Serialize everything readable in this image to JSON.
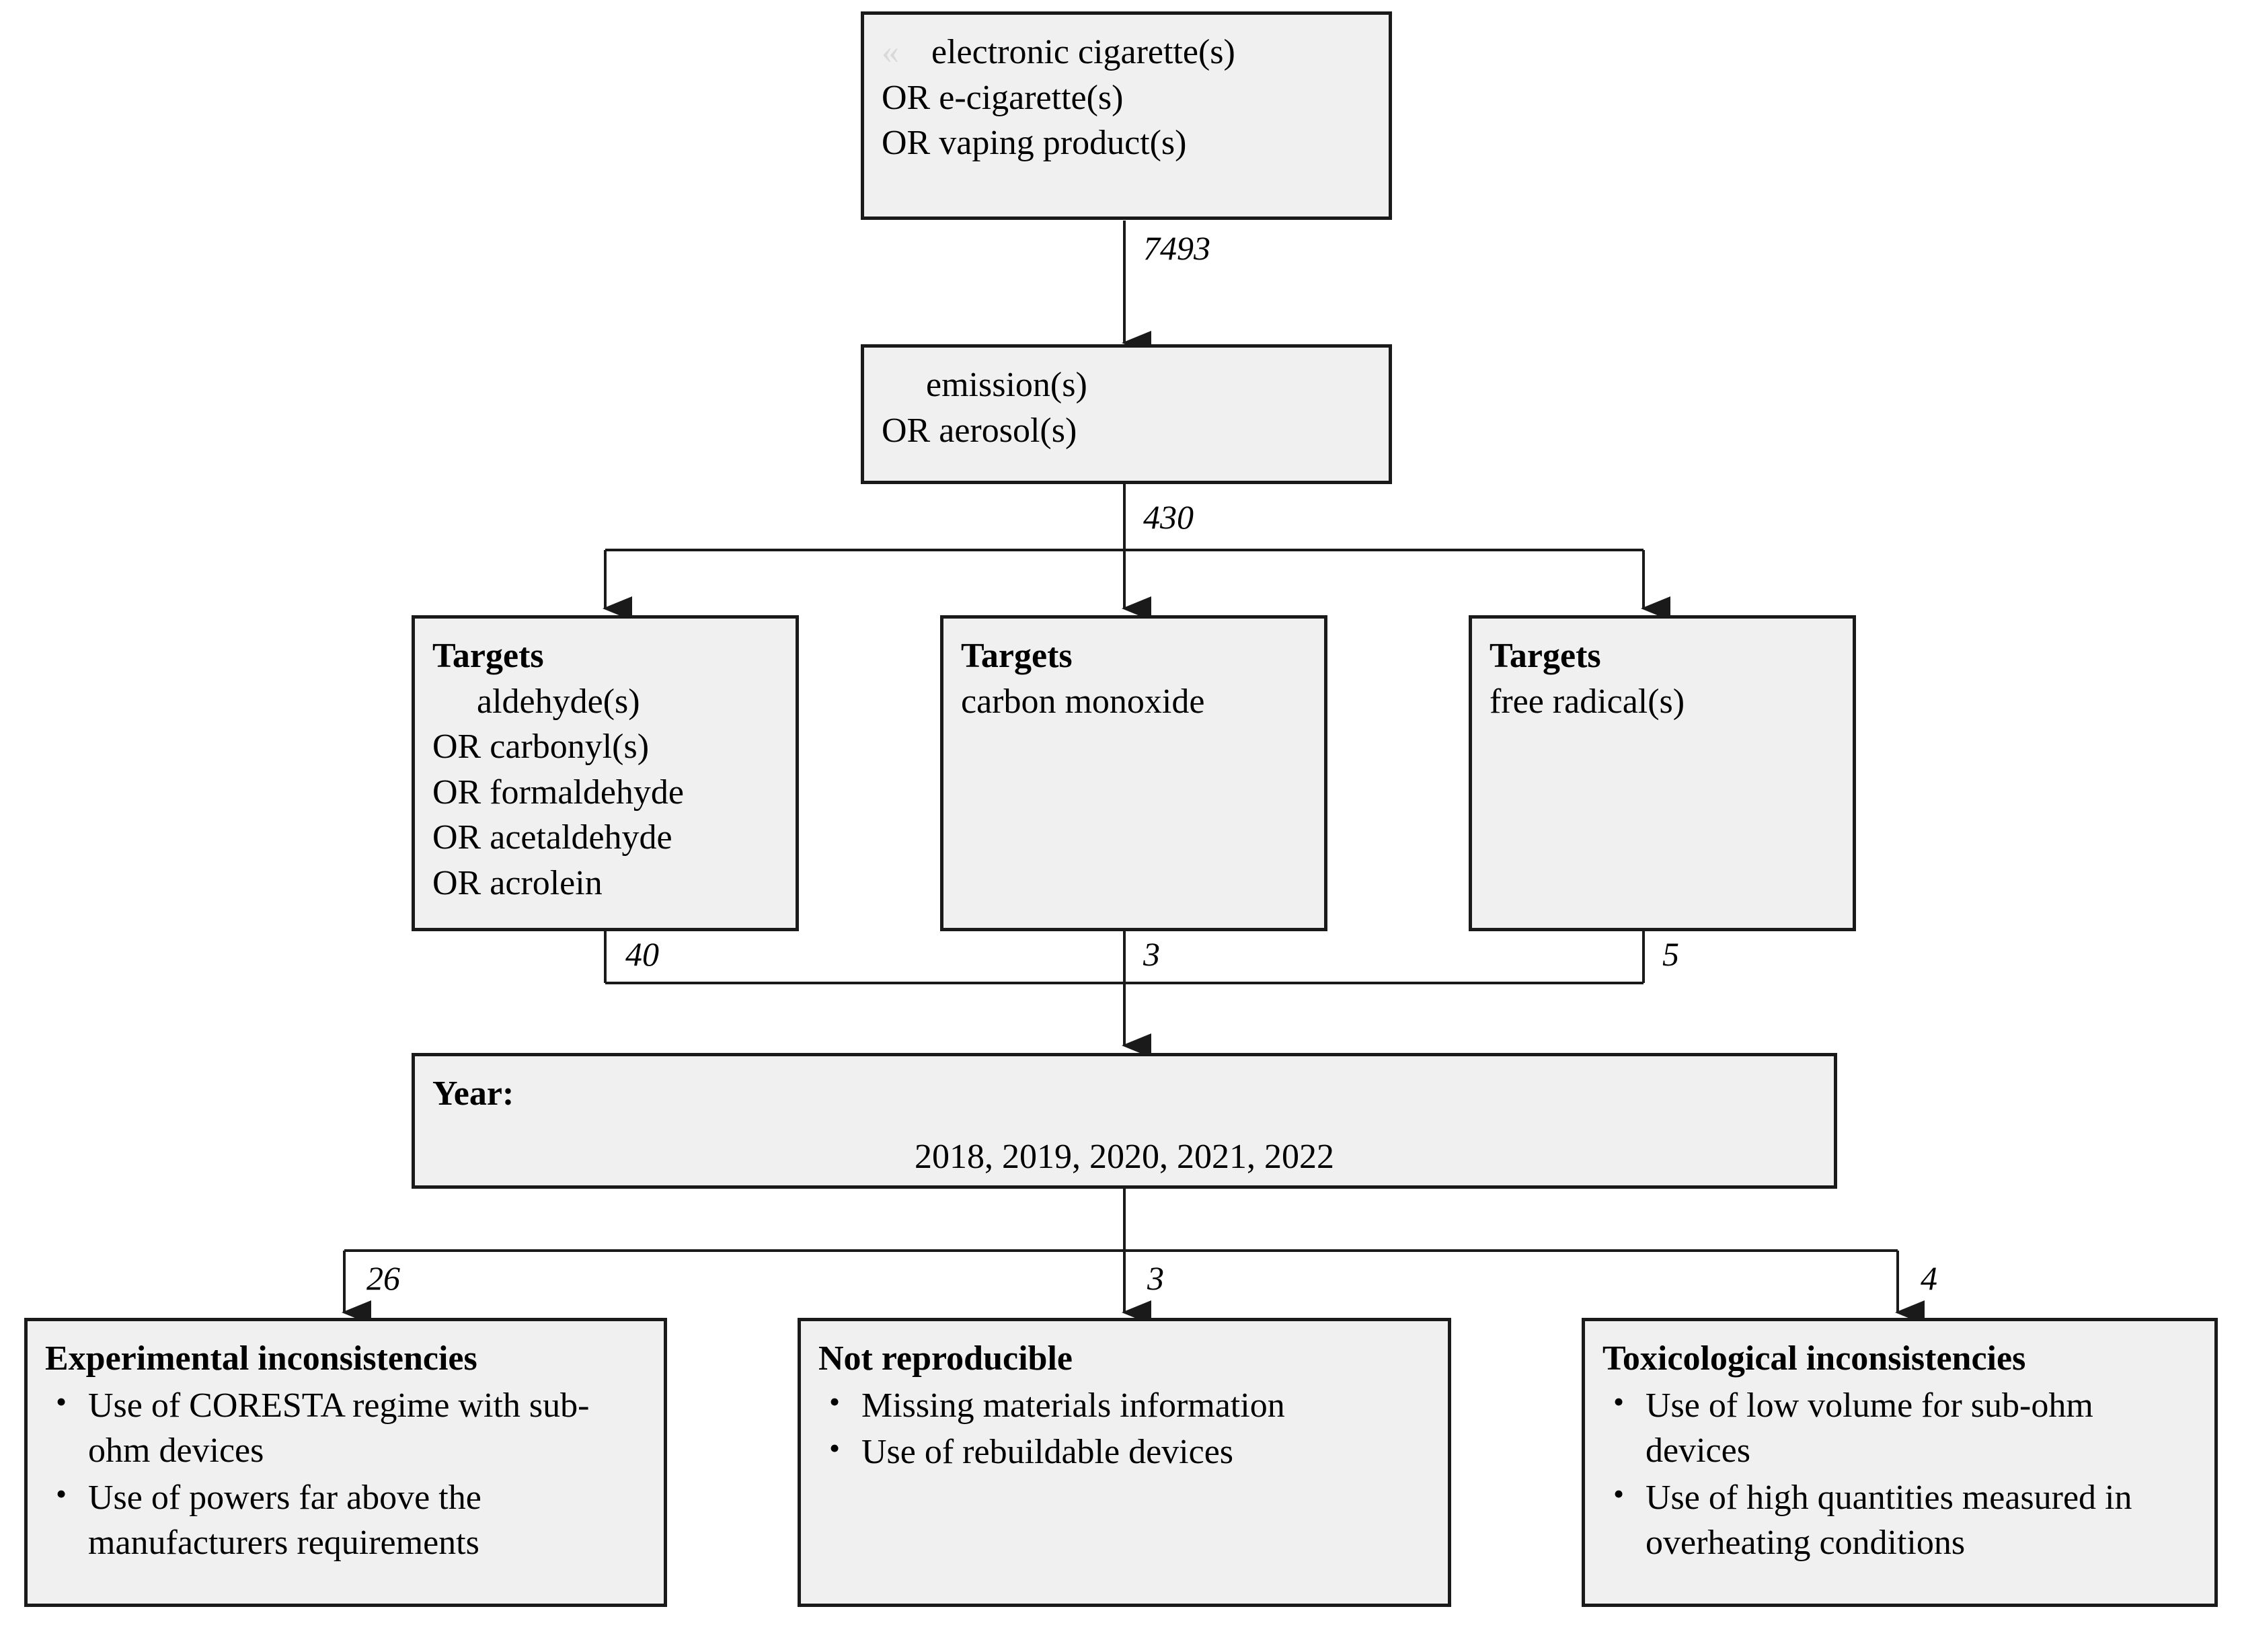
{
  "diagram": {
    "title": "E-cigarette emissions literature search flowchart",
    "box_fill": "#f0f0f0",
    "box_border": "#1a1a1a",
    "connector_color": "#1a1a1a"
  },
  "nodes": {
    "query_device": {
      "lead_symbol": "«",
      "lines": [
        "electronic cigarette(s)",
        "OR e-cigarette(s)",
        "OR vaping product(s)"
      ]
    },
    "query_emission": {
      "lines": [
        "emission(s)",
        "OR aerosol(s)"
      ]
    },
    "targets_aldehydes": {
      "title": "Targets",
      "lines": [
        "aldehyde(s)",
        "OR carbonyl(s)",
        "OR formaldehyde",
        "OR acetaldehyde",
        "OR acrolein"
      ]
    },
    "targets_co": {
      "title": "Targets",
      "lines": [
        "carbon monoxide"
      ]
    },
    "targets_radicals": {
      "title": "Targets",
      "lines": [
        "free radical(s)"
      ]
    },
    "year_filter": {
      "title": "Year:",
      "years": "2018, 2019, 2020, 2021, 2022"
    },
    "experimental_inconsistencies": {
      "title": "Experimental inconsistencies",
      "bullets": [
        "Use of CORESTA regime with sub-ohm devices",
        "Use of powers far above the manufacturers requirements"
      ]
    },
    "not_reproducible": {
      "title": "Not reproducible",
      "bullets": [
        "Missing materials information",
        "Use of rebuildable devices"
      ]
    },
    "toxicological_inconsistencies": {
      "title": "Toxicological inconsistencies",
      "bullets": [
        "Use of low volume for sub-ohm devices",
        "Use of high quantities measured in overheating conditions"
      ]
    }
  },
  "edge_labels": {
    "device_to_emission": "7493",
    "emission_to_targets": "430",
    "aldehydes_to_year": "40",
    "co_to_year": "3",
    "radicals_to_year": "5",
    "year_to_experimental": "26",
    "year_to_not_reproducible": "3",
    "year_to_toxicological": "4"
  }
}
